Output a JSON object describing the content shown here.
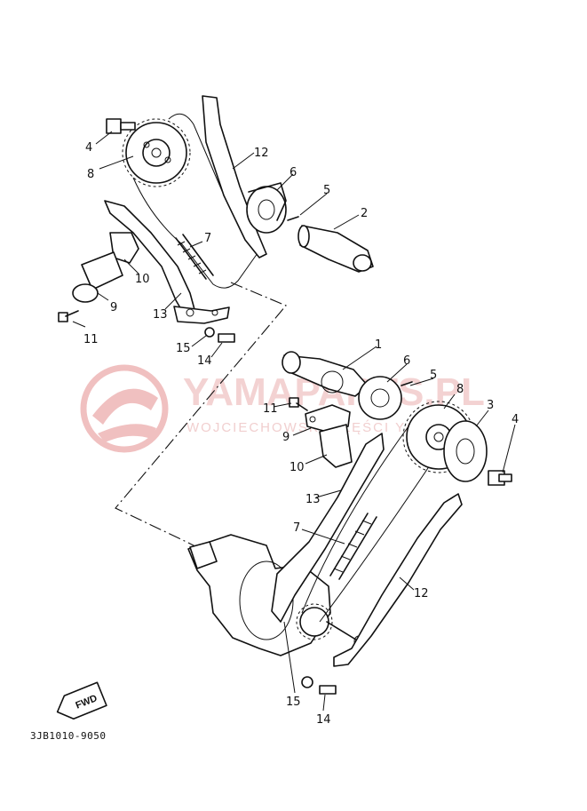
{
  "watermark": {
    "main": "YAMAPARTS.PL",
    "sub": "WOJCIECHOWSKI CZĘŚCI YAMAHA",
    "color": "#e9a0a0"
  },
  "fwd_label": "FWD",
  "figure_code": "3JB1010-9050",
  "callouts_top": [
    "4",
    "8",
    "12",
    "6",
    "5",
    "2",
    "7",
    "10",
    "9",
    "13",
    "11",
    "15",
    "14"
  ],
  "callouts_bottom": [
    "1",
    "6",
    "5",
    "8",
    "3",
    "4",
    "11",
    "9",
    "10",
    "13",
    "7",
    "12",
    "15",
    "14"
  ]
}
